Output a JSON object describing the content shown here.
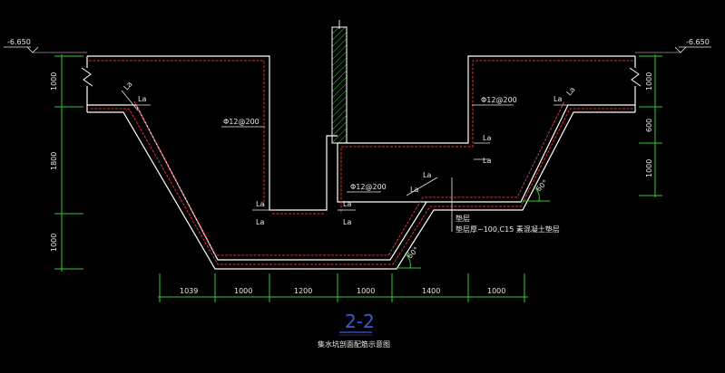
{
  "elevations": {
    "left": "-6.650",
    "right": "-6.650"
  },
  "left_dims": [
    "1000",
    "1800",
    "1000"
  ],
  "right_dims": [
    "1000",
    "600",
    "1000"
  ],
  "bottom_dims": [
    "1039",
    "1000",
    "1200",
    "1000",
    "1400",
    "1000"
  ],
  "rebar_labels": [
    "Φ12@200",
    "Φ12@200",
    "Φ12@200"
  ],
  "anchor_label": "La",
  "angle_label": "60°",
  "notes": {
    "line1": "垫层",
    "line2": "垫层厚~100,C15 素混凝土垫层"
  },
  "section": {
    "title": "2-2",
    "caption": "集水坑剖面配筋示意图"
  },
  "colors": {
    "outline": "#ffffff",
    "rebar": "#e03030",
    "dim": "#36c836",
    "title": "#3a5ad8"
  }
}
